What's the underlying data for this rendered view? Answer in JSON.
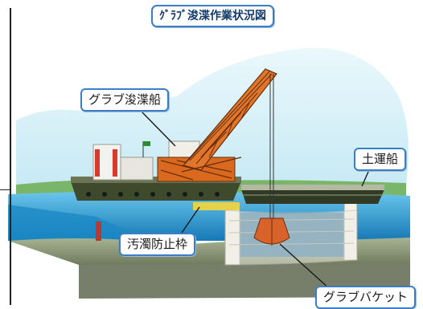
{
  "figure": {
    "title": "ｸﾞﾗﾌﾞ浚渫作業状況図",
    "labels": {
      "grab_dredger": "グラブ浚渫船",
      "earth_barge": "土運船",
      "silt_fence": "汚濁防止枠",
      "grab_bucket": "グラブバケット"
    }
  },
  "colors": {
    "sky": "#d8f1f8",
    "sea": "#1e8fc9",
    "sea_light": "#68c3ea",
    "crane": "#d9691f",
    "hull": "#3e4a2c",
    "barge": "#303a24",
    "bucket": "#d8632a",
    "fence": "#f4f2ea",
    "seabed": "#8e9a7a",
    "callout_border": "#3a7fc4"
  }
}
